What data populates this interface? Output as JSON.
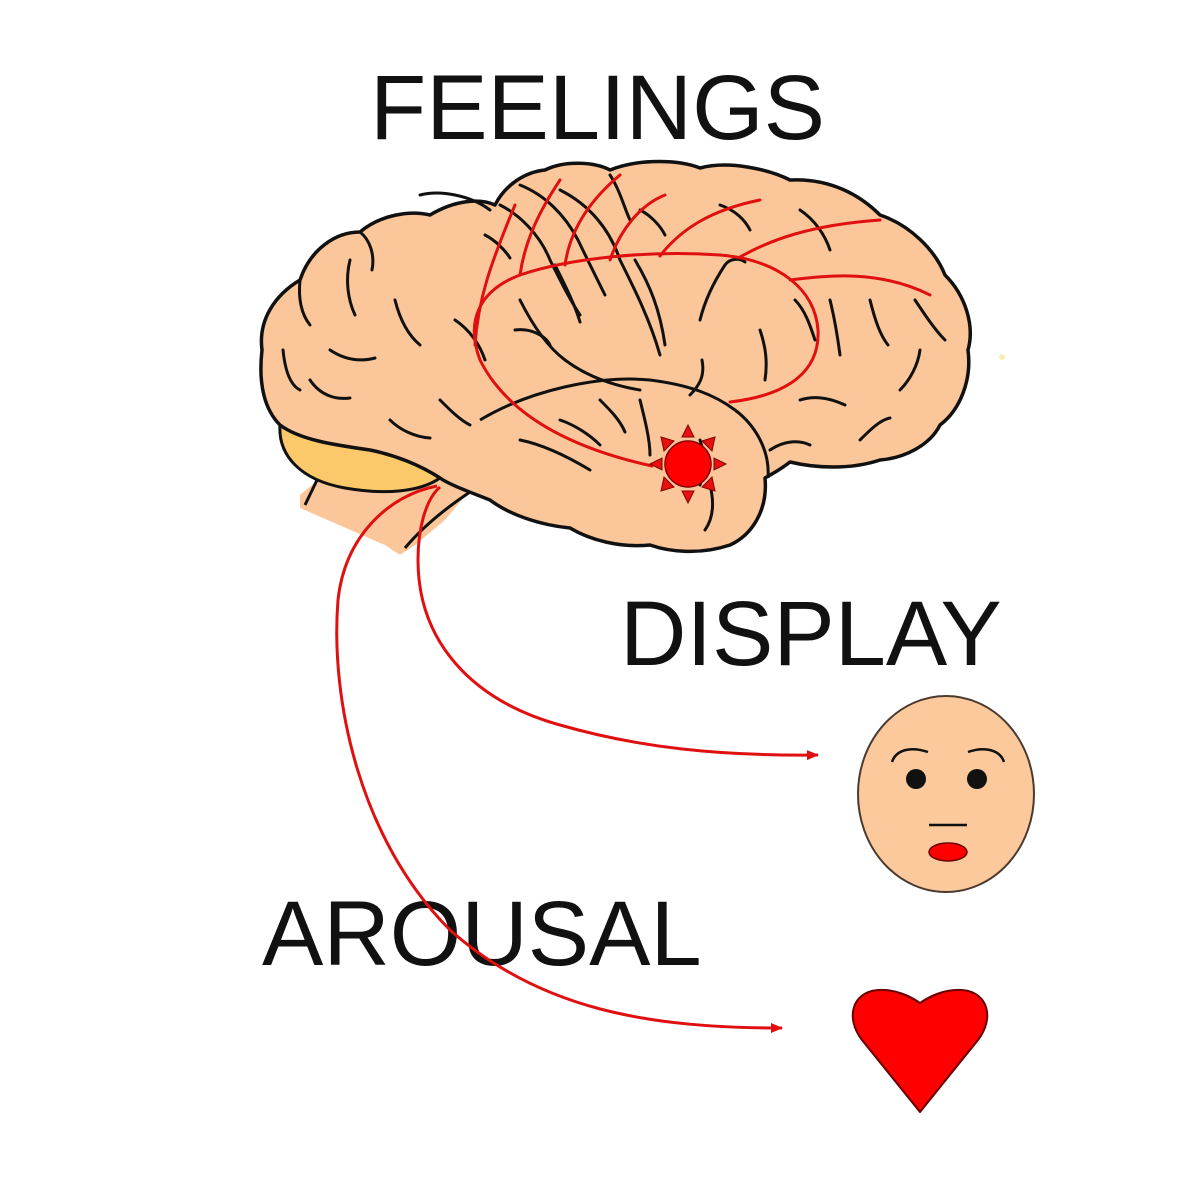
{
  "diagram": {
    "labels": {
      "feelings": "FEELINGS",
      "display": "DISPLAY",
      "arousal": "AROUSAL"
    },
    "elements": [
      {
        "name": "brain",
        "description": "lateral view of human brain with red pathways"
      },
      {
        "name": "amygdala",
        "description": "red sun-like burst in temporal lobe"
      },
      {
        "name": "face",
        "description": "worried face representing emotional display"
      },
      {
        "name": "heart",
        "description": "red heart representing bodily arousal"
      }
    ],
    "arrows": [
      {
        "from": "amygdala",
        "to": "feelings",
        "description": "red pathways from amygdala up to cortex"
      },
      {
        "from": "brainstem",
        "to": "face",
        "target_label": "DISPLAY"
      },
      {
        "from": "brainstem",
        "to": "heart",
        "target_label": "AROUSAL"
      }
    ]
  },
  "colors": {
    "brain_fill": "#fbc79a",
    "cerebellum_fill": "#fbc86a",
    "outline": "#111111",
    "pathway_red": "#e01010",
    "amygdala_red": "#ff0000",
    "face_fill": "#fbc99b",
    "heart_red": "#ff0000",
    "text": "#111111",
    "background": "#ffffff"
  }
}
